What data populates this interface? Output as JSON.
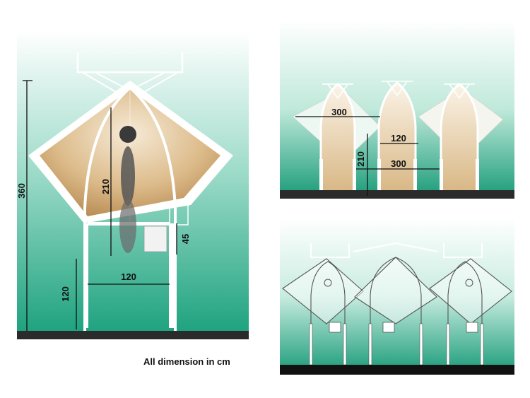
{
  "caption": "All dimension in cm",
  "panel_main": {
    "dim_height_total": "360",
    "dim_height_inner": "210",
    "dim_shelf": "45",
    "dim_width": "120",
    "dim_base": "120"
  },
  "panel_row": {
    "dim_diag": "300",
    "dim_width": "120",
    "dim_height": "210",
    "dim_span": "300"
  },
  "colors": {
    "sky_top": "#ffffff",
    "sky_bottom": "#1fa582",
    "wood": "#c9a06a",
    "ground": "#2b2b2b",
    "frame": "#ffffff"
  }
}
